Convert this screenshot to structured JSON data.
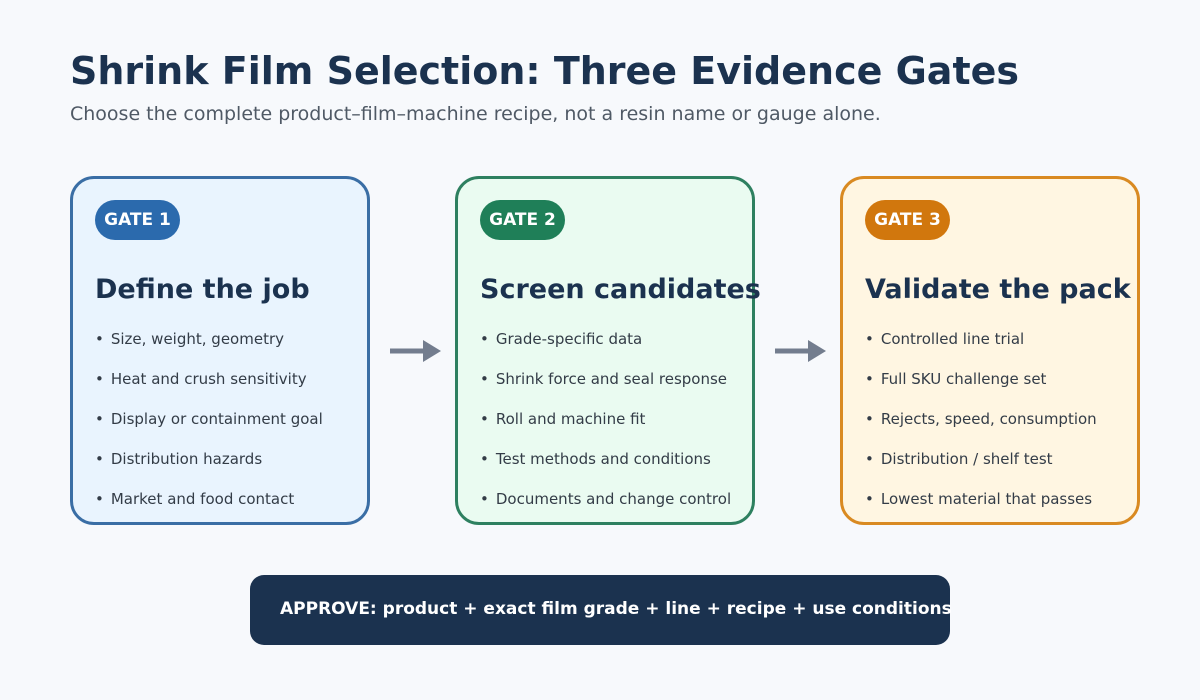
{
  "header": {
    "title": "Shrink Film Selection: Three Evidence Gates",
    "subtitle": "Choose the complete product–film–machine recipe, not a resin name or gauge alone."
  },
  "gates": [
    {
      "badge": "GATE 1",
      "heading": "Define the job",
      "border_color": "#3a6ea5",
      "fill_color": "#e9f4fe",
      "badge_color": "#2b6aad",
      "items": [
        "Size, weight, geometry",
        "Heat and crush sensitivity",
        "Display or containment goal",
        "Distribution hazards",
        "Market and food contact"
      ]
    },
    {
      "badge": "GATE 2",
      "heading": "Screen candidates",
      "border_color": "#2e8060",
      "fill_color": "#eafbf1",
      "badge_color": "#1f7f58",
      "items": [
        "Grade-specific data",
        "Shrink force and seal response",
        "Roll and machine fit",
        "Test methods and conditions",
        "Documents and change control"
      ]
    },
    {
      "badge": "GATE 3",
      "heading": "Validate the pack",
      "border_color": "#d98a22",
      "fill_color": "#fff6e2",
      "badge_color": "#d1770d",
      "items": [
        "Controlled line trial",
        "Full SKU challenge set",
        "Rejects, speed, consumption",
        "Distribution / shelf test",
        "Lowest material that passes"
      ]
    }
  ],
  "arrows": {
    "color": "#737d8e"
  },
  "approval": {
    "text": "APPROVE: product + exact film grade + line + recipe + use conditions"
  }
}
